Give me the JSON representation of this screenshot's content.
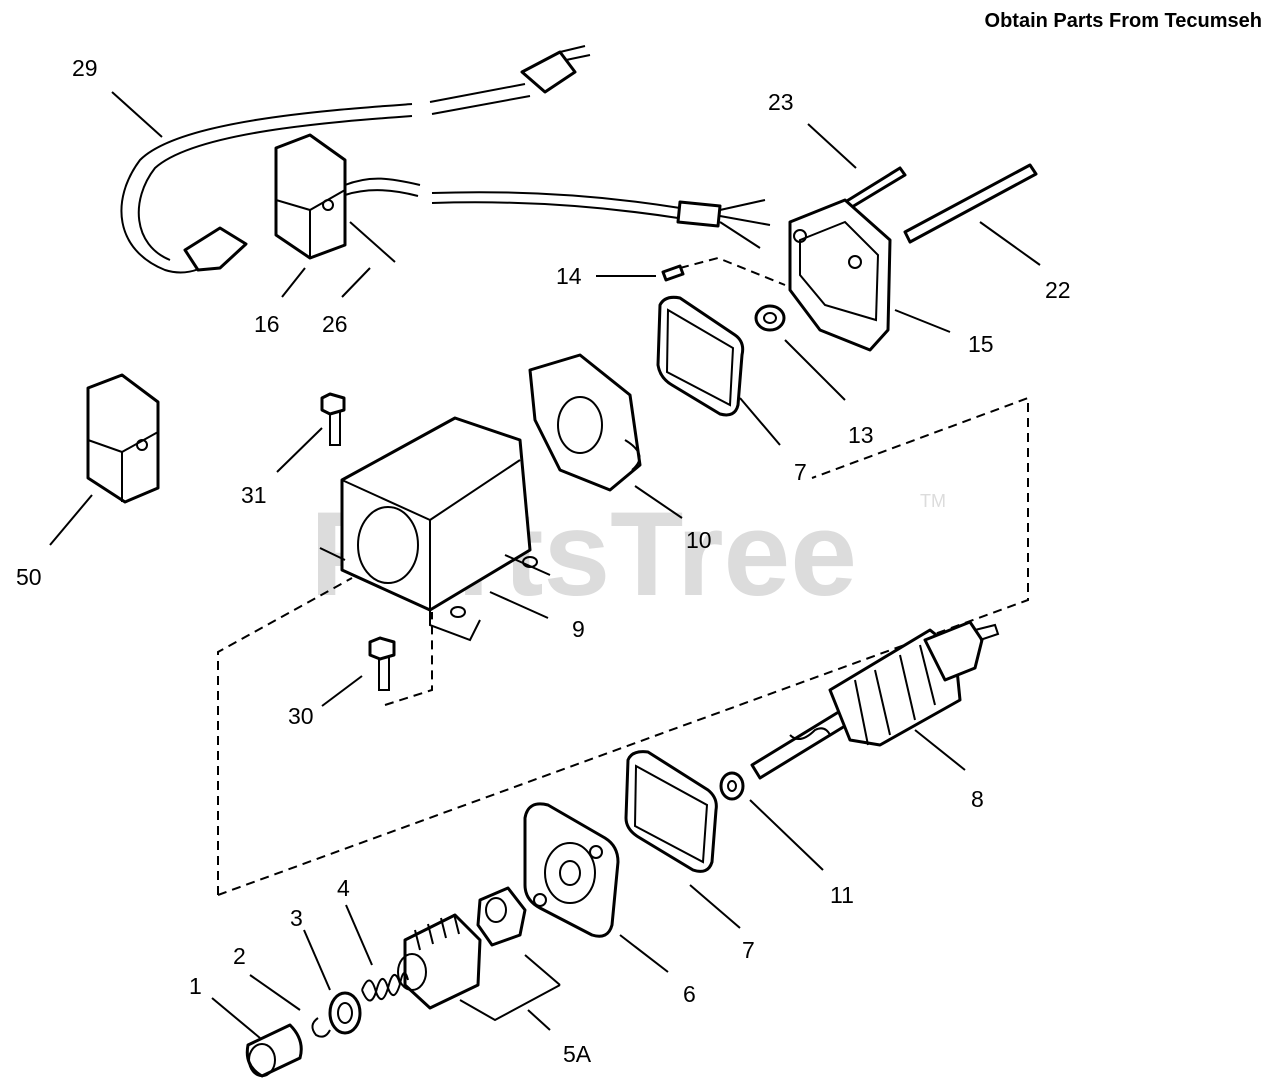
{
  "header": {
    "source_note": "Obtain Parts From Tecumseh"
  },
  "watermark": {
    "text": "PartsTree",
    "tm": "TM"
  },
  "callouts": {
    "c1": "1",
    "c2": "2",
    "c3": "3",
    "c4": "4",
    "c5a": "5A",
    "c6": "6",
    "c7a": "7",
    "c7b": "7",
    "c8": "8",
    "c9": "9",
    "c10": "10",
    "c11": "11",
    "c13": "13",
    "c14": "14",
    "c15": "15",
    "c16": "16",
    "c22": "22",
    "c23": "23",
    "c26": "26",
    "c29": "29",
    "c30": "30",
    "c31": "31",
    "c50": "50"
  }
}
